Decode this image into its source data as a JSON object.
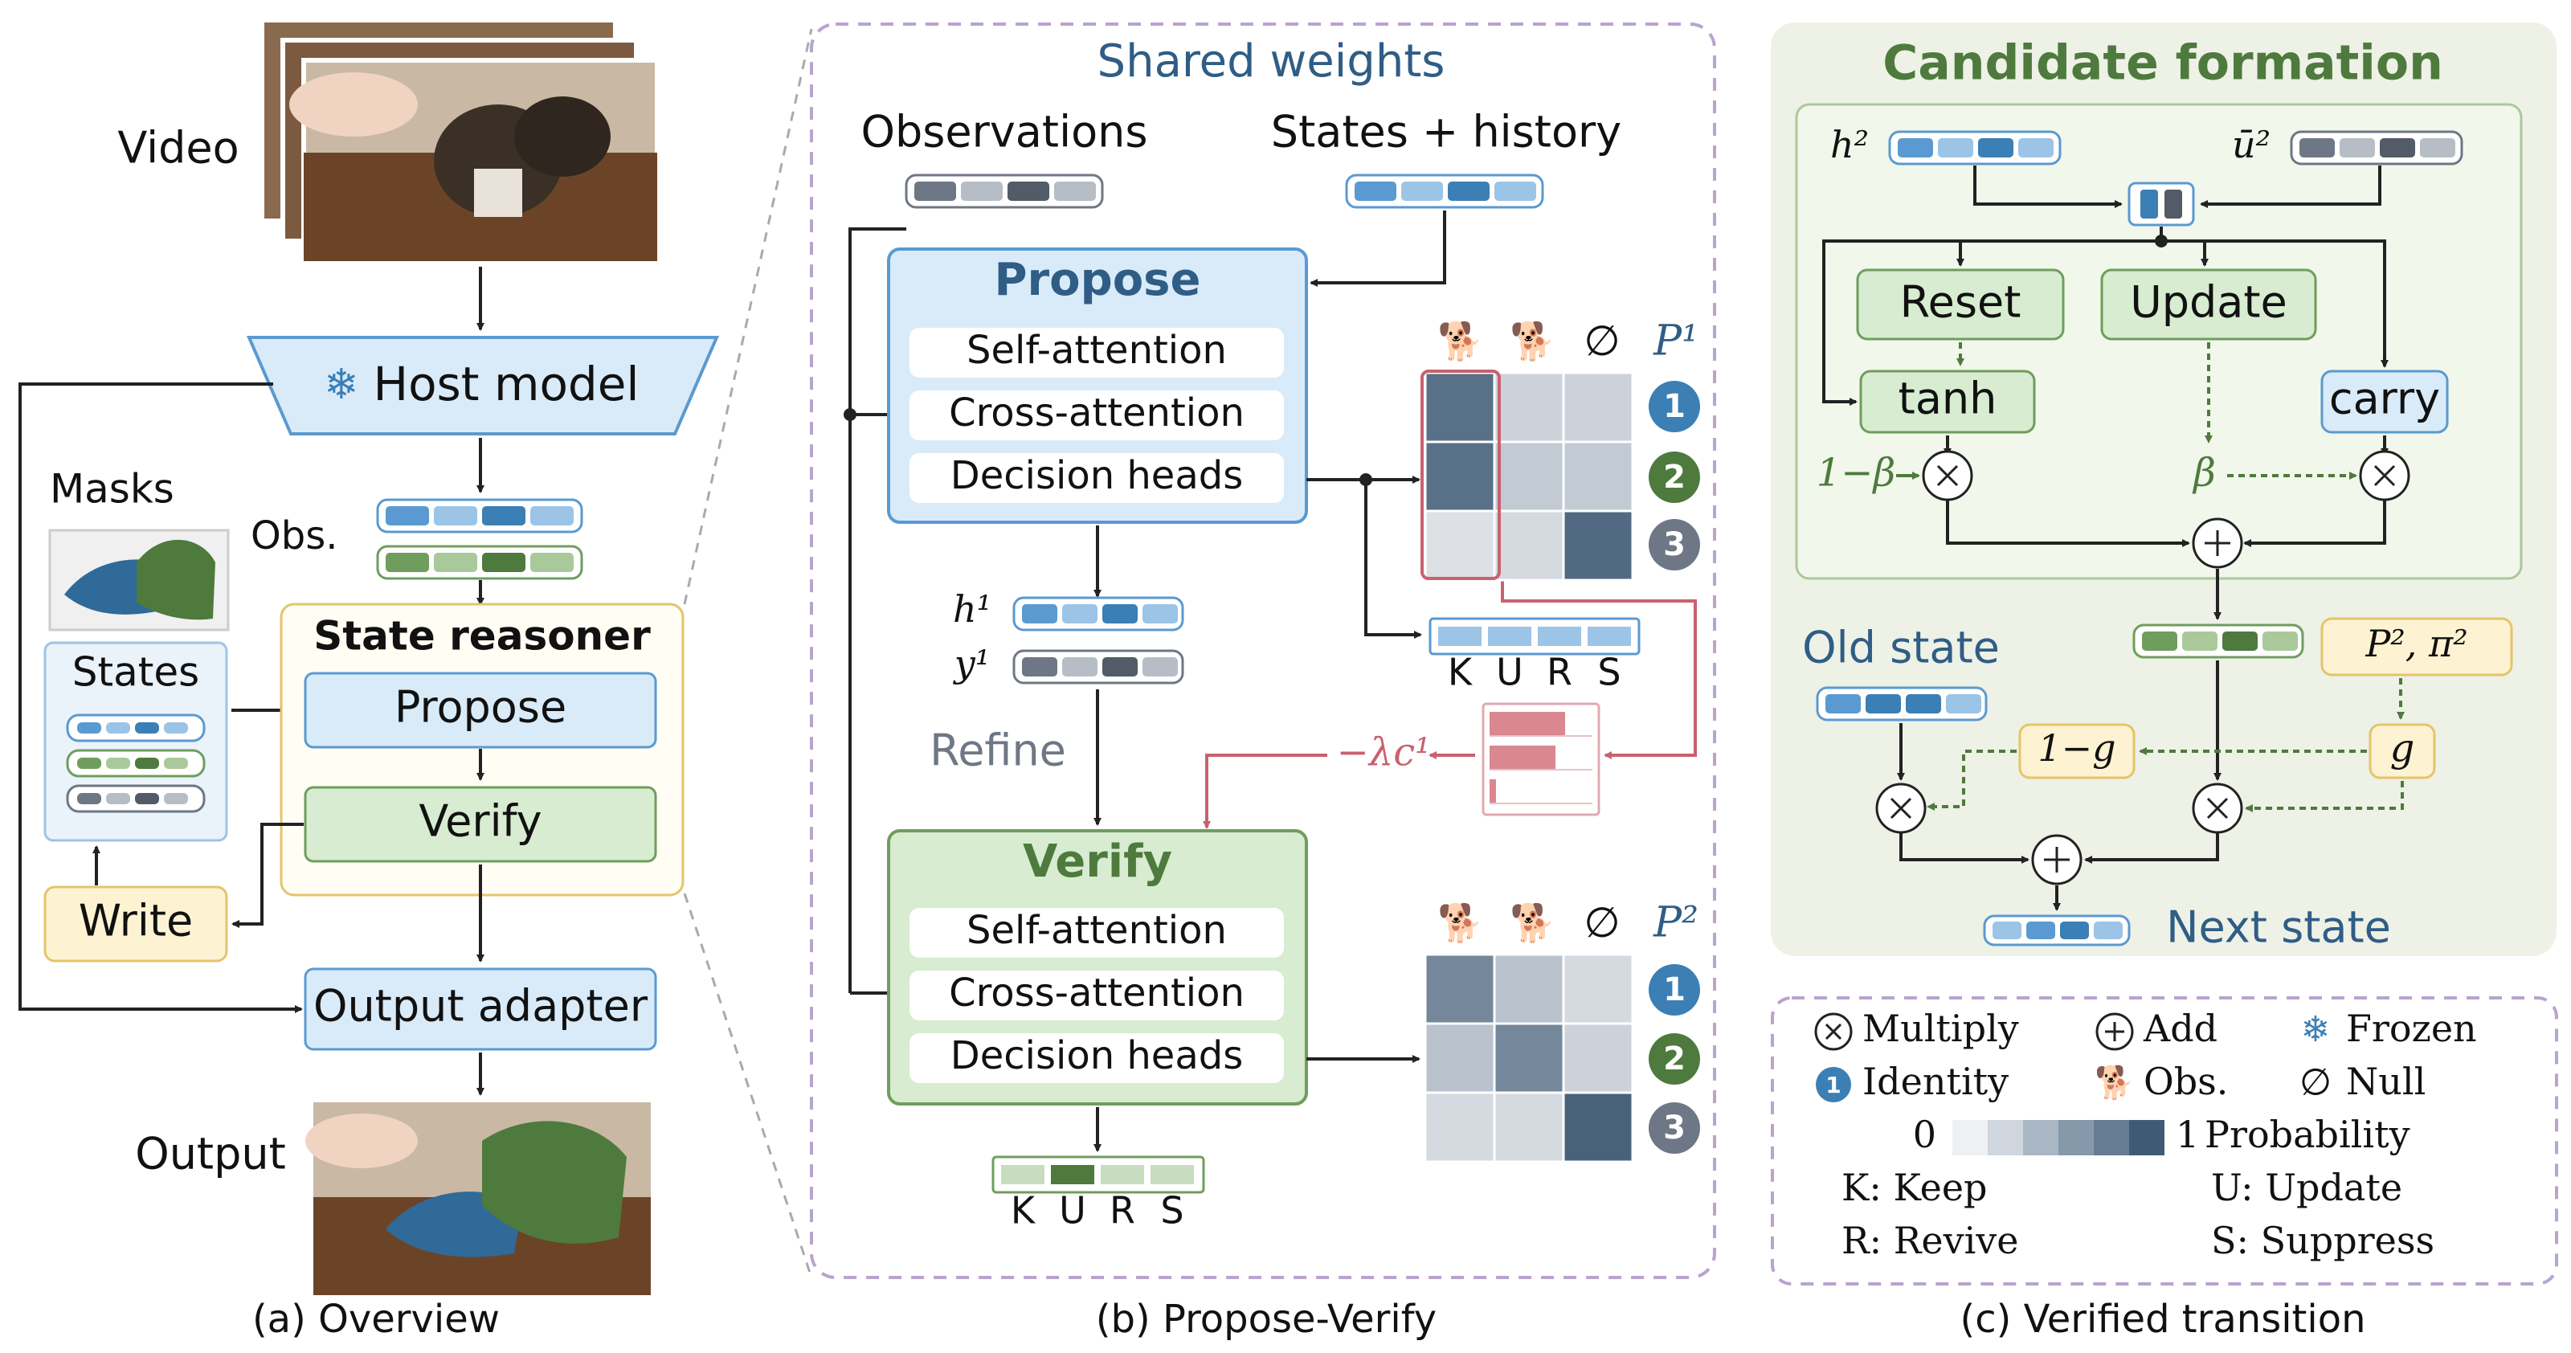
{
  "overview": {
    "video_label": "Video",
    "host_model_label": "Host model",
    "masks_label": "Masks",
    "obs_label": "Obs.",
    "states_label": "States",
    "state_reasoner_title": "State reasoner",
    "propose_label": "Propose",
    "verify_label": "Verify",
    "write_label": "Write",
    "output_adapter_label": "Output adapter",
    "output_label": "Output",
    "caption": "(a) Overview"
  },
  "propose_verify": {
    "shared_weights": "Shared weights",
    "observations_label": "Observations",
    "states_history_label": "States + history",
    "propose_title": "Propose",
    "verify_title": "Verify",
    "self_attention": "Self-attention",
    "cross_attention": "Cross-attention",
    "decision_heads": "Decision heads",
    "h1": "h¹",
    "y1": "y¹",
    "refine_label": "Refine",
    "p1_label": "P¹",
    "p2_label": "P²",
    "null_symbol": "∅",
    "kurs_letters": [
      "K",
      "U",
      "R",
      "S"
    ],
    "penalty_label": "−λc¹",
    "identities": [
      "1",
      "2",
      "3"
    ],
    "p1_matrix": [
      [
        0.85,
        0.2,
        0.2
      ],
      [
        0.85,
        0.25,
        0.25
      ],
      [
        0.1,
        0.15,
        0.9
      ]
    ],
    "p2_matrix": [
      [
        0.7,
        0.3,
        0.15
      ],
      [
        0.3,
        0.7,
        0.2
      ],
      [
        0.15,
        0.15,
        0.95
      ]
    ],
    "caption": "(b) Propose-Verify"
  },
  "transition": {
    "title": "Candidate formation",
    "h2": "h²",
    "u2": "ū²",
    "reset_label": "Reset",
    "update_label": "Update",
    "tanh_label": "tanh",
    "carry_label": "carry",
    "one_minus_beta": "1−β",
    "beta": "β",
    "old_state_label": "Old state",
    "p2_pi2_label": "P², π²",
    "one_minus_g": "1−g",
    "g_label": "g",
    "next_state_label": "Next state",
    "caption": "(c) Verified transition"
  },
  "legend": {
    "multiply": "Multiply",
    "add": "Add",
    "frozen": "Frozen",
    "identity": "Identity",
    "obs": "Obs.",
    "null": "Null",
    "identity_badge": "1",
    "prob_low": "0",
    "prob_high": "1",
    "probability": "Probability",
    "keep": "K: Keep",
    "update": "U: Update",
    "revive": "R: Revive",
    "suppress": "S: Suppress"
  },
  "colors": {
    "blue_fill": "#d9ebf9",
    "blue_stroke": "#5a9ad0",
    "green_fill": "#d7ecd0",
    "green_stroke": "#6f9d5e",
    "yellow_fill": "#fdf3d2",
    "yellow_stroke": "#e5c46a",
    "id1": "#3b7fb5",
    "id2": "#4e7a3e",
    "id3": "#6e7785",
    "penalty": "#c9616f",
    "panel_c_bg": "#eef1e6"
  }
}
